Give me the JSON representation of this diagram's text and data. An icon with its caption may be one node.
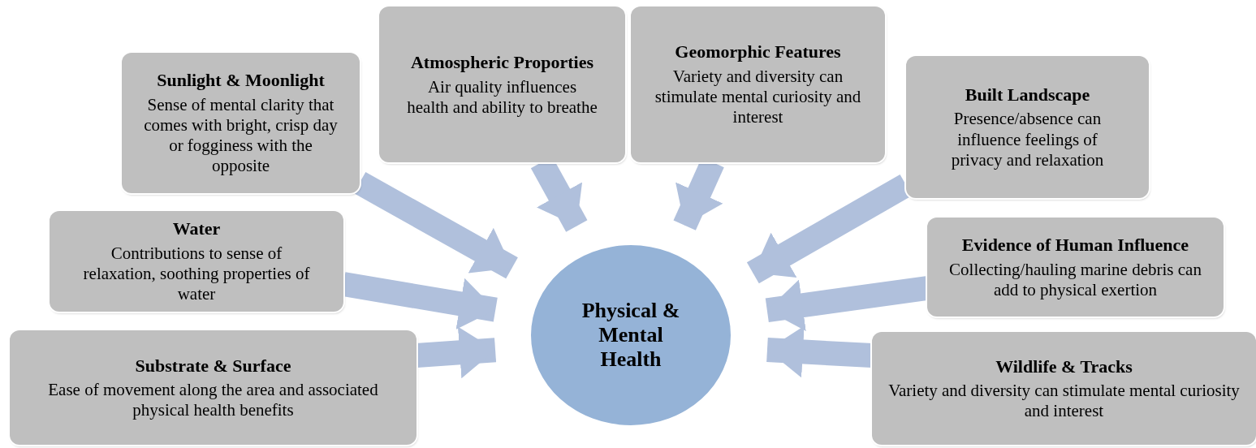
{
  "diagram": {
    "nodes": [
      {
        "text": [
          "Sunlight & Moonlight",
          "Sense of mental clarity that comes with bright, crisp day or fogginess with the opposite"
        ]
      },
      {
        "text": [
          "Atmospheric Proporties",
          "Air quality influences health and ability to breathe"
        ]
      },
      {
        "text": [
          "Geomorphic Features",
          "Variety and diversity can stimulate mental curiosity and interest"
        ]
      },
      {
        "text": [
          "Built Landscape",
          "Presence/absence can influence feelings of privacy and relaxation"
        ]
      },
      {
        "text": [
          "Water",
          "Contributions to sense of relaxation, soothing properties of water"
        ]
      },
      {
        "text": [
          "Evidence of Human Influence",
          "Collecting/hauling marine debris can add to physical exertion"
        ]
      },
      {
        "text": [
          "Substrate & Surface",
          "Ease of movement along the area and associated physical health benefits"
        ]
      },
      {
        "text": [
          "Wildlife & Tracks",
          "Variety and diversity can stimulate mental curiosity and interest"
        ]
      },
      {
        "text": [
          "Physical & Mental Health"
        ]
      }
    ],
    "edges": [
      {
        "from": 0,
        "to": 8,
        "arrow": "to"
      },
      {
        "from": 1,
        "to": 8,
        "arrow": "to"
      },
      {
        "from": 2,
        "to": 8,
        "arrow": "to"
      },
      {
        "from": 3,
        "to": 8,
        "arrow": "to"
      },
      {
        "from": 4,
        "to": 8,
        "arrow": "to"
      },
      {
        "from": 5,
        "to": 8,
        "arrow": "to"
      },
      {
        "from": 6,
        "to": 8,
        "arrow": "to"
      },
      {
        "from": 7,
        "to": 8,
        "arrow": "to"
      }
    ]
  }
}
